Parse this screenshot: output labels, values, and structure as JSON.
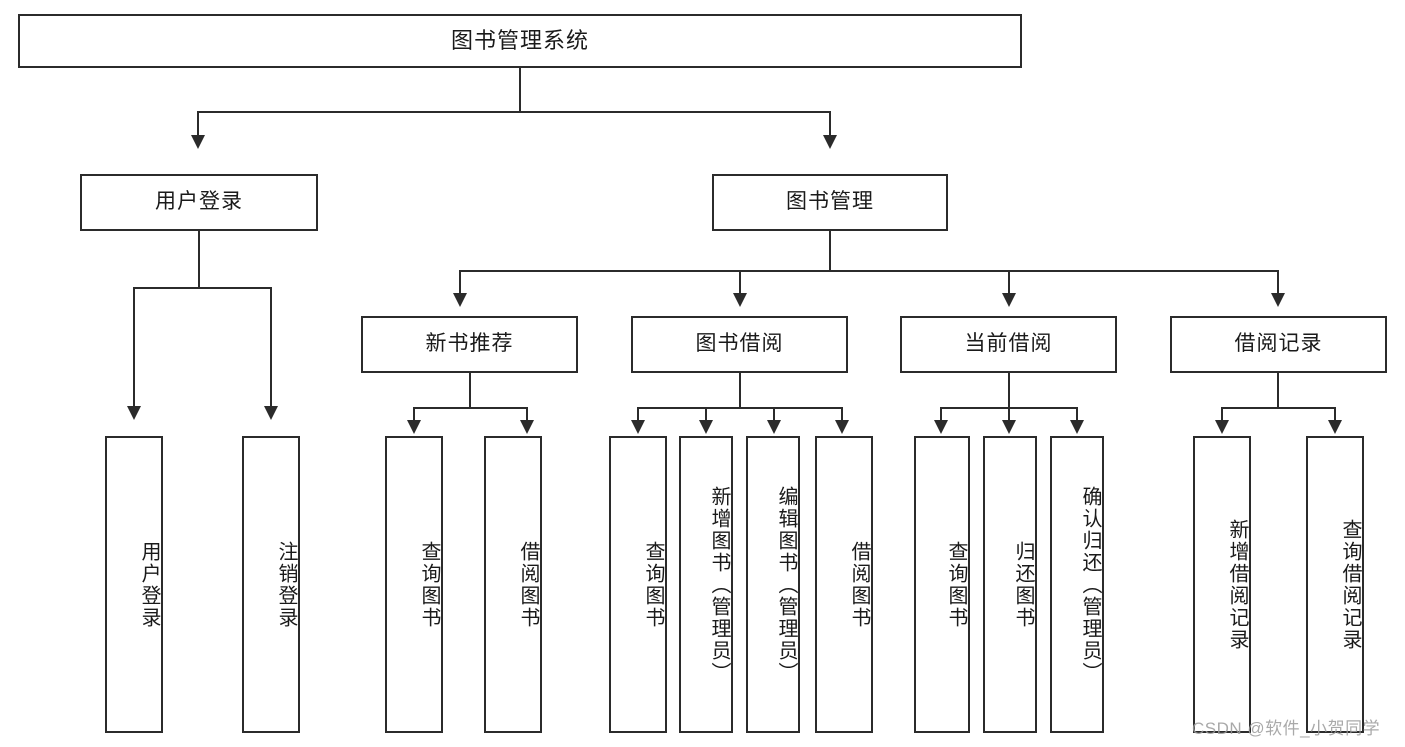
{
  "diagram": {
    "title": "图书管理系统",
    "type": "functional-structure-tree",
    "watermark": "CSDN @软件_小贺同学",
    "colors": {
      "stroke": "#2b2b2b",
      "fill": "#ffffff",
      "background": "#ffffff",
      "watermark": "#9b9b9b"
    }
  },
  "root": {
    "label": "图书管理系统"
  },
  "level2": [
    {
      "label": "用户登录"
    },
    {
      "label": "图书管理"
    }
  ],
  "level3": [
    {
      "label": "新书推荐"
    },
    {
      "label": "图书借阅"
    },
    {
      "label": "当前借阅"
    },
    {
      "label": "借阅记录"
    }
  ],
  "leaves": {
    "user_login": [
      {
        "label": "用户登录"
      },
      {
        "label": "注销登录"
      }
    ],
    "new_book_recommend": [
      {
        "label": "查询图书"
      },
      {
        "label": "借阅图书"
      }
    ],
    "book_borrow": [
      {
        "label": "查询图书"
      },
      {
        "label": "新增图书（管理员）"
      },
      {
        "label": "编辑图书（管理员）"
      },
      {
        "label": "借阅图书"
      }
    ],
    "current_borrow": [
      {
        "label": "查询图书"
      },
      {
        "label": "归还图书"
      },
      {
        "label": "确认归还（管理员）"
      }
    ],
    "borrow_record": [
      {
        "label": "新增借阅记录"
      },
      {
        "label": "查询借阅记录"
      }
    ]
  }
}
